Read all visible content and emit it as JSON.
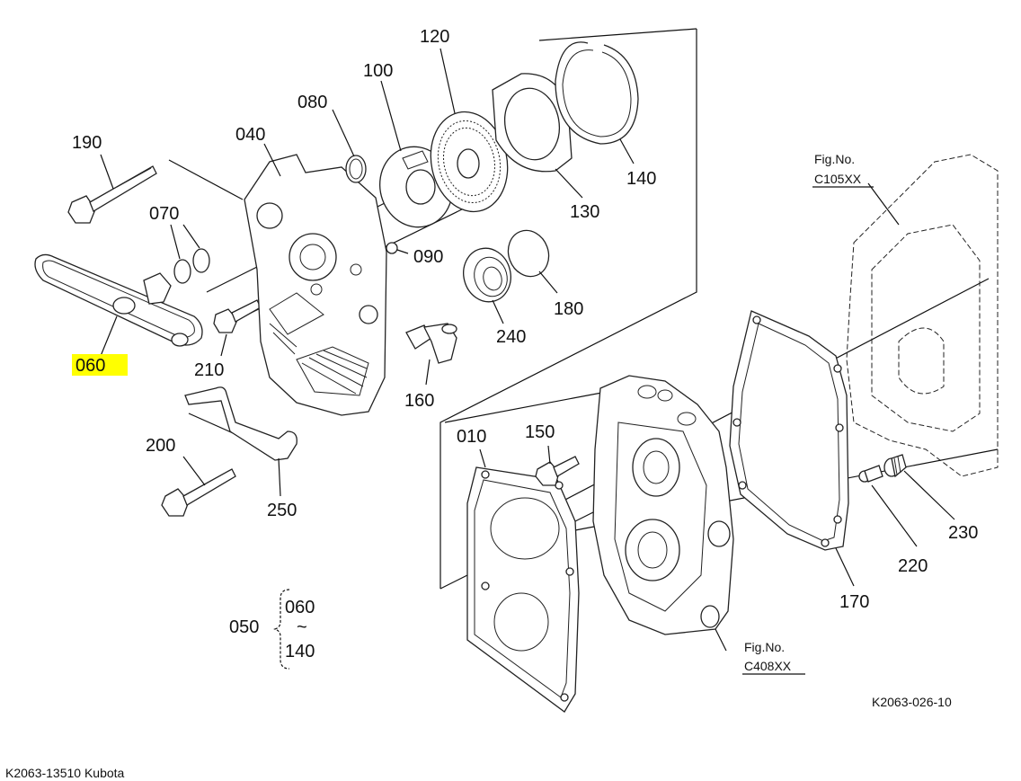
{
  "diagram": {
    "selected_part": "060",
    "highlight_color": "#ffff00",
    "part_numbers": {
      "p190": "190",
      "p040": "040",
      "p080": "080",
      "p100": "100",
      "p120": "120",
      "p140": "140",
      "p130": "130",
      "p070": "070",
      "p090": "090",
      "p180": "180",
      "p240": "240",
      "p060": "060",
      "p210": "210",
      "p160": "160",
      "p200": "200",
      "p250": "250",
      "p010": "010",
      "p150": "150",
      "p170": "170",
      "p220": "220",
      "p230": "230"
    },
    "assembly": {
      "number": "050",
      "range_from": "060",
      "range_sep": "~",
      "range_to": "140"
    },
    "refs": {
      "fig_top_label": "Fig.No.",
      "fig_top_code": "C105XX",
      "fig_bottom_label": "Fig.No.",
      "fig_bottom_code": "C408XX"
    },
    "drawing_code": "K2063-026-10",
    "footer": "K2063-13510 Kubota"
  }
}
